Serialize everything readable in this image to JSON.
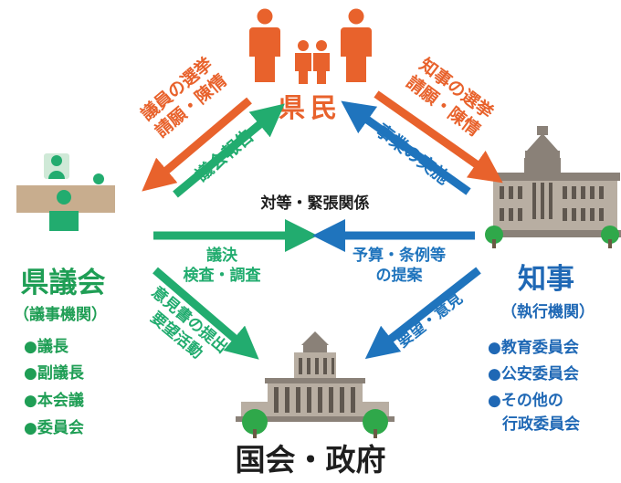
{
  "nodes": {
    "citizens": {
      "label": "県民"
    },
    "assembly": {
      "title": "県議会",
      "subtitle": "（議事機関）",
      "items": [
        "●議長",
        "●副議長",
        "●本会議",
        "●委員会"
      ]
    },
    "governor": {
      "title": "知事",
      "subtitle": "（執行機関）",
      "items": [
        "●教育委員会",
        "●公安委員会",
        "●その他の",
        "行政委員会"
      ]
    },
    "national": {
      "label": "国会・政府"
    }
  },
  "relations": {
    "citizens_to_assembly": [
      "議員の選挙",
      "請願・陳情"
    ],
    "assembly_to_citizens": "議会報告",
    "citizens_to_governor": [
      "知事の選挙",
      "請願・陳情"
    ],
    "governor_to_citizens": "事業の実施",
    "center": "対等・緊張関係",
    "assembly_to_governor": [
      "議決",
      "検査・調査"
    ],
    "governor_to_assembly": [
      "予算・条例等",
      "の提案"
    ],
    "assembly_to_national": [
      "意見書の提出",
      "要望活動"
    ],
    "governor_to_national": "要望・意見"
  },
  "colors": {
    "orange": "#e8622c",
    "green": "#22ac6f",
    "blue": "#1f74bd",
    "title_green": "#1f9e55",
    "title_blue": "#1f68b5",
    "black": "#1e1e1e",
    "building": "#8a8178",
    "tree": "#2fa84a"
  }
}
